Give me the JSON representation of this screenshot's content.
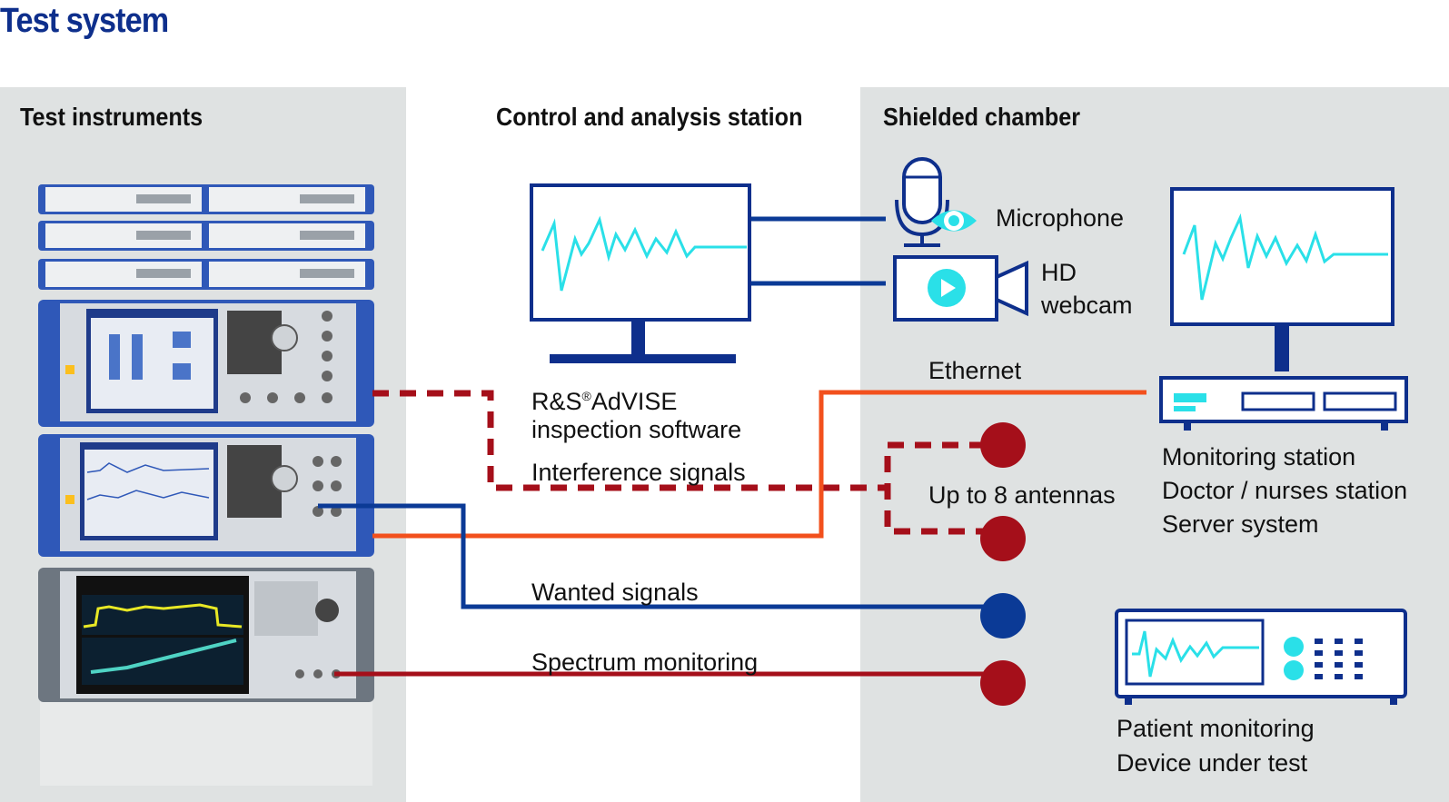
{
  "title": "Test system",
  "sections": {
    "test_instruments": "Test instruments",
    "control_station": "Control and analysis station",
    "shielded_chamber": "Shielded chamber"
  },
  "software": {
    "line1_prefix": "R&S",
    "line1_reg": "®",
    "line1_suffix": "AdVISE",
    "line2": "inspection software"
  },
  "signals": {
    "interference": "Interference signals",
    "wanted": "Wanted signals",
    "spectrum": "Spectrum monitoring",
    "ethernet": "Ethernet",
    "antennas": "Up to 8 antennas"
  },
  "devices": {
    "microphone": "Microphone",
    "webcam_line1": "HD",
    "webcam_line2": "webcam",
    "monitoring": [
      "Monitoring station",
      "Doctor / nurses station",
      "Server system"
    ],
    "patient": [
      "Patient monitoring",
      "Device under test"
    ]
  },
  "colors": {
    "navy": "#0e2f8c",
    "blue_line": "#0b3a96",
    "orange_line": "#f2501d",
    "red_line": "#a50f1a",
    "cyan_trace": "#2ae0e8",
    "panel_bg": "#dfe2e2"
  }
}
